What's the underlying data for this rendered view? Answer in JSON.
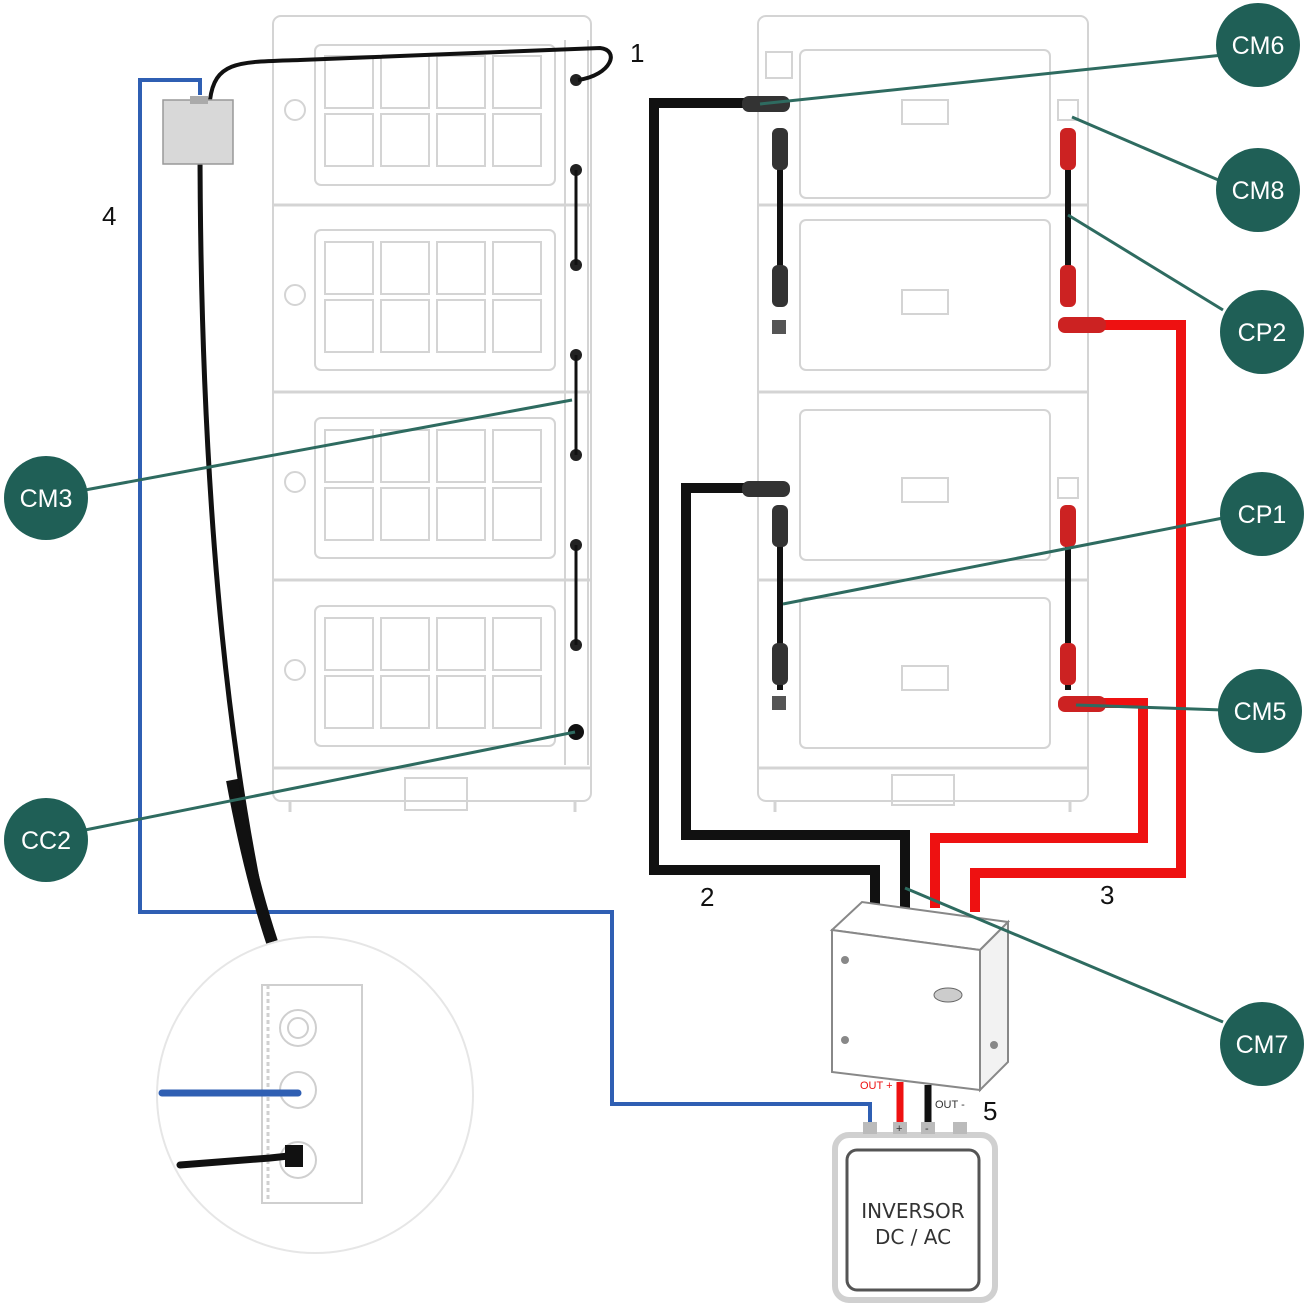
{
  "colors": {
    "badge": "#1f5f56",
    "badge_text": "#ffffff",
    "callout_line": "#2e6b60",
    "cable_negative": "#111111",
    "cable_positive": "#ee1111",
    "cable_comm": "#2f5fb3",
    "equipment_outline": "#d4d4d4"
  },
  "callouts": {
    "cm6": "CM6",
    "cm8": "CM8",
    "cp2": "CP2",
    "cp1": "CP1",
    "cm5": "CM5",
    "cm7": "CM7",
    "cm3": "CM3",
    "cc2": "CC2"
  },
  "numbers": {
    "n1": "1",
    "n2": "2",
    "n3": "3",
    "n4": "4",
    "n5": "5"
  },
  "inverter": {
    "line1": "INVERSOR",
    "line2": "DC / AC",
    "out_plus": "OUT +",
    "out_minus": "OUT -",
    "terminal_plus": "+",
    "terminal_minus": "-"
  }
}
